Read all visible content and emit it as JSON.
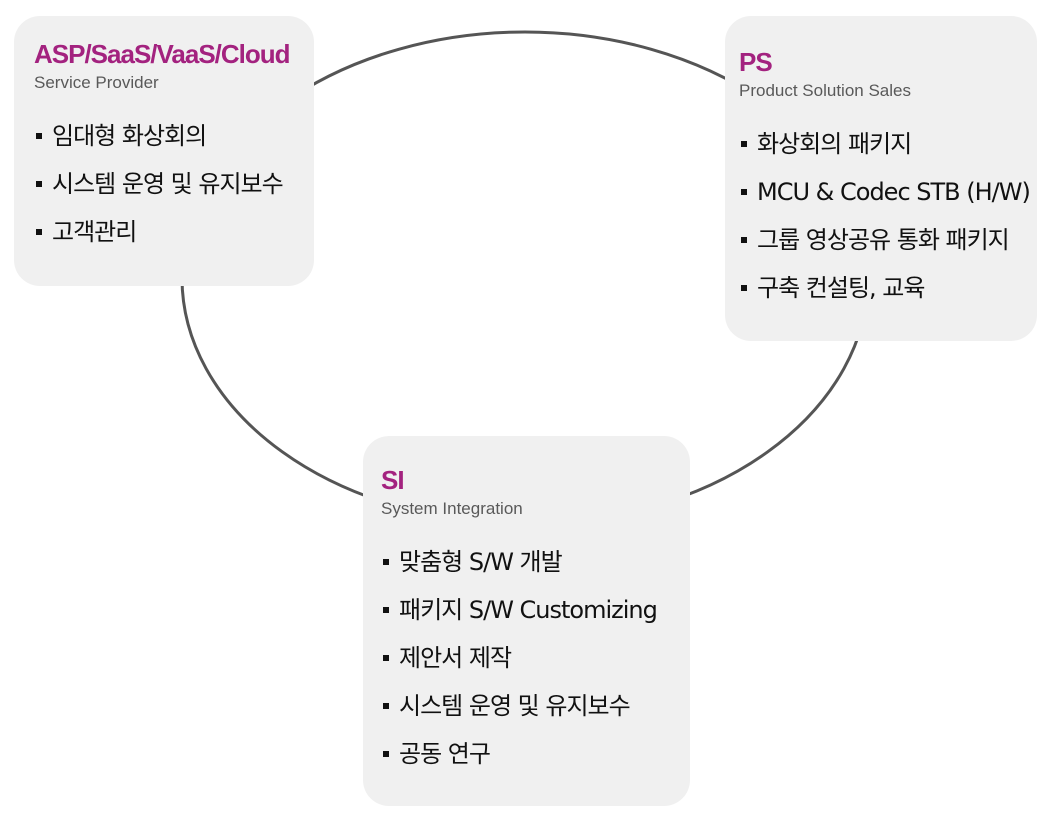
{
  "boxes": [
    {
      "id": "asp",
      "title": "ASP/SaaS/VaaS/Cloud",
      "subtitle": "Service Provider",
      "items": [
        "임대형 화상회의",
        "시스템 운영 및 유지보수",
        "고객관리"
      ]
    },
    {
      "id": "ps",
      "title": "PS",
      "subtitle": "Product Solution Sales",
      "items": [
        "화상회의 패키지",
        "MCU & Codec STB (H/W)",
        "그룹 영상공유 통화 패키지",
        "구축 컨설팅, 교육"
      ]
    },
    {
      "id": "si",
      "title": "SI",
      "subtitle": "System Integration",
      "items": [
        "맞춤형 S/W 개발",
        "패키지 S/W Customizing",
        "제안서 제작",
        "시스템 운영 및 유지보수",
        "공동 연구"
      ]
    }
  ],
  "colors": {
    "title": "#a3227f",
    "subtitle": "#595959",
    "box_background": "#f0f0f0",
    "ring": "#555555"
  }
}
